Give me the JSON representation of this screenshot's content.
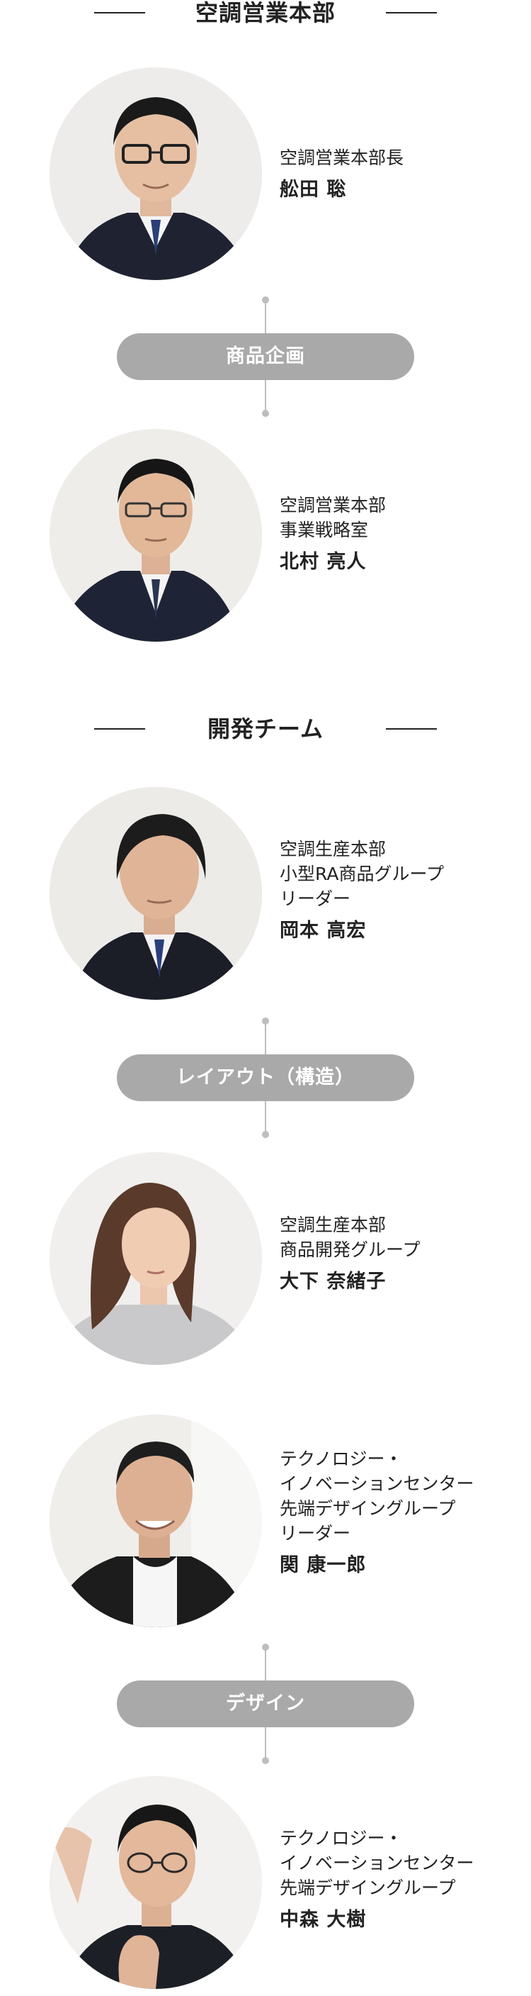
{
  "sections": [
    {
      "title": "空調営業本部",
      "people": [
        {
          "lines": [
            "空調営業本部長"
          ],
          "name": "舩田 聡"
        },
        {
          "lines": [
            "空調営業本部",
            "事業戦略室"
          ],
          "name": "北村 亮人"
        }
      ],
      "labels": [
        "商品企画"
      ]
    },
    {
      "title": "開発チーム",
      "people": [
        {
          "lines": [
            "空調生産本部",
            "小型RA商品グループ",
            "リーダー"
          ],
          "name": "岡本 高宏"
        },
        {
          "lines": [
            "空調生産本部",
            "商品開発グループ"
          ],
          "name": "大下 奈緒子"
        },
        {
          "lines": [
            "テクノロジー・",
            "イノベーションセンター",
            "先端デザイングループ",
            "リーダー"
          ],
          "name": "関 康一郎"
        },
        {
          "lines": [
            "テクノロジー・",
            "イノベーションセンター",
            "先端デザイングループ"
          ],
          "name": "中森 大樹"
        }
      ],
      "labels": [
        "レイアウト（構造）",
        "デザイン"
      ]
    }
  ],
  "colors": {
    "rule": "#222222",
    "pill_bg": "#a9a9a9",
    "connector": "#bdbdbd"
  }
}
